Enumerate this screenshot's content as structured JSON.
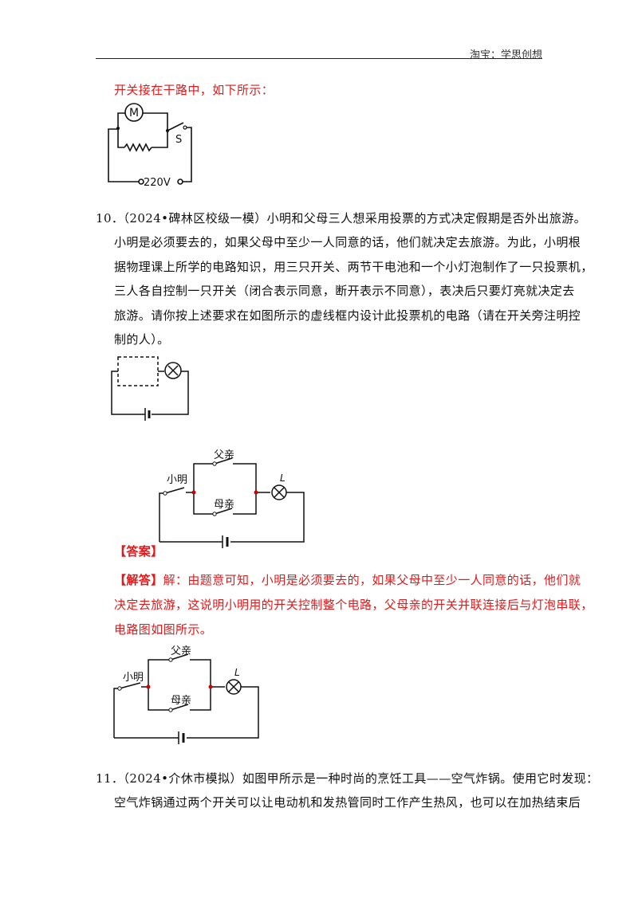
{
  "header": {
    "brand": "淘宝：学思创想"
  },
  "prev_answer": {
    "text": "开关接在干路中，如下所示：",
    "circuit": {
      "motor_label": "M",
      "switch_label": "S",
      "voltage_label": "220V"
    }
  },
  "q10": {
    "number": "10．",
    "lines": [
      "（2024•碑林区校级一模）小明和父母三人想采用投票的方式决定假期是否外出旅游。",
      "小明是必须要去的，如果父母中至少一人同意的话，他们就决定去旅游。为此，小明根",
      "据物理课上所学的电路知识，用三只开关、两节干电池和一个小灯泡制作了一只投票机，",
      "三人各自控制一只开关（闭合表示同意，断开表示不同意），表决后只要灯亮就决定去",
      "旅游。请你按上述要求在如图所示的虚线框内设计此投票机的电路（请在开关旁注明控",
      "制的人）。"
    ],
    "diagram_labels": {
      "father": "父亲",
      "mother": "母亲",
      "xiaoming": "小明",
      "lamp": "L"
    },
    "answer_tag": "【答案】",
    "solution_tag": "【解答】",
    "solution_first": "解：由题意可知，小明是必须要去的，如果父母中至少一人同意的话，他们就",
    "solution_lines": [
      "决定去旅游，这说明小明用的开关控制整个电路，父母亲的开关并联连接后与灯泡串联，",
      "电路图如图所示。"
    ]
  },
  "q11": {
    "number": "11．",
    "lines": [
      "（2024•介休市模拟）如图甲所示是一种时尚的烹饪工具——空气炸锅。使用它时发现：",
      "空气炸锅通过两个开关可以让电动机和发热管同时工作产生热风，也可以在加热结束后"
    ]
  }
}
